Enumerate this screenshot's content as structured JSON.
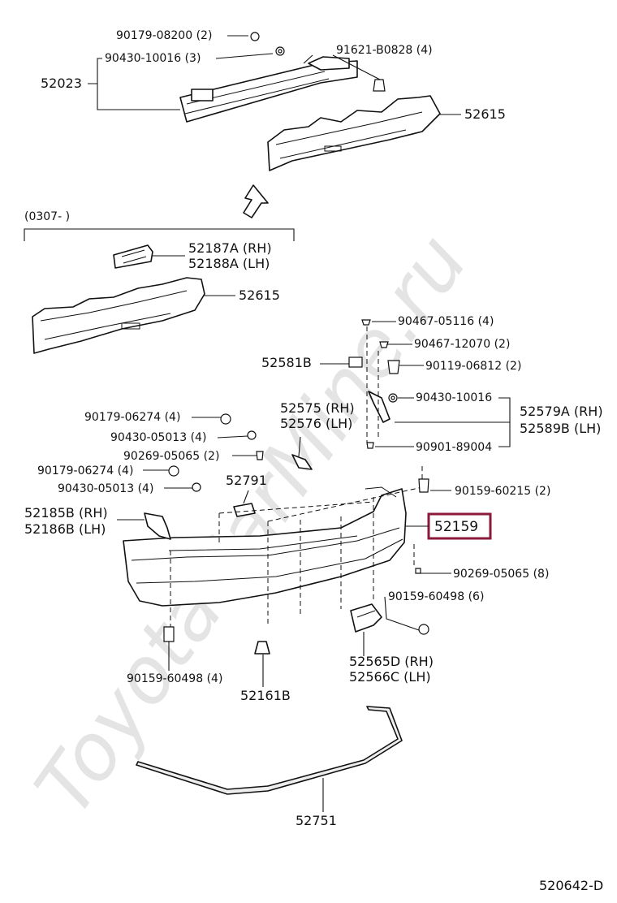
{
  "watermark": "ToyotaCarMine.ru",
  "diagram_code": "520642-D",
  "colors": {
    "highlight": "#8b1a3a",
    "ink": "#111111",
    "watermark": "#dcdcdc"
  },
  "date_range": "(0307-       )",
  "parts": {
    "p52023": "52023",
    "p90179_08200": "90179-08200 (2)",
    "p90430_10016_3": "90430-10016 (3)",
    "p91621_b0828": "91621-B0828 (4)",
    "p52615_top": "52615",
    "p52187a": "52187A (RH)",
    "p52188a": "52188A (LH)",
    "p52615_mid": "52615",
    "p90467_05116": "90467-05116 (4)",
    "p52581b": "52581B",
    "p90467_12070": "90467-12070 (2)",
    "p90119_06812": "90119-06812 (2)",
    "p90430_10016": "90430-10016",
    "p52579a": "52579A (RH)",
    "p52589b": "52589B (LH)",
    "p90901_89004": "90901-89004",
    "p90179_06274_a": "90179-06274 (4)",
    "p90430_05013_a": "90430-05013 (4)",
    "p52575": "52575 (RH)",
    "p52576": "52576 (LH)",
    "p90269_05065_2": "90269-05065 (2)",
    "p90179_06274_b": "90179-06274 (4)",
    "p90430_05013_b": "90430-05013 (4)",
    "p52791": "52791",
    "p90159_60215": "90159-60215 (2)",
    "p52185b": "52185B (RH)",
    "p52186b": "52186B (LH)",
    "p52159": "52159",
    "p90269_05065_8": "90269-05065 (8)",
    "p90159_60498_6": "90159-60498 (6)",
    "p90159_60498_4": "90159-60498 (4)",
    "p52161b": "52161B",
    "p52565d": "52565D (RH)",
    "p52566c": "52566C (LH)",
    "p52751": "52751"
  }
}
